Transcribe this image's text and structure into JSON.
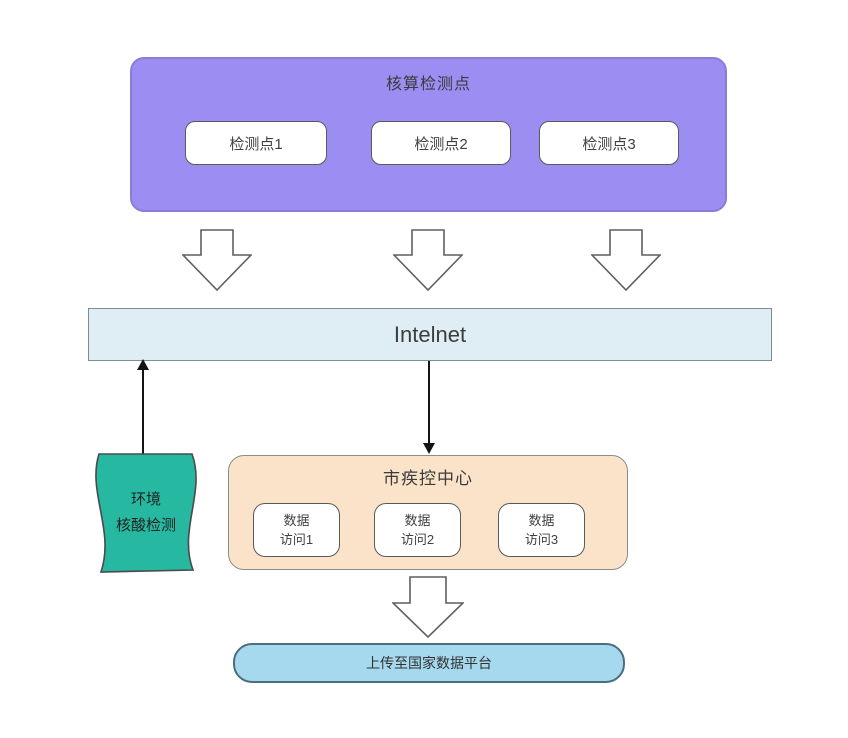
{
  "diagram": {
    "source_group": {
      "title": "核算检测点",
      "nodes": [
        "检测点1",
        "检测点2",
        "检测点3"
      ]
    },
    "network": {
      "label": "Intelnet"
    },
    "environment": {
      "lines": [
        "环境",
        "核酸检测"
      ]
    },
    "cdc_group": {
      "title": "市疾控中心",
      "nodes": [
        {
          "line1": "数据",
          "line2": "访问1"
        },
        {
          "line1": "数据",
          "line2": "访问2"
        },
        {
          "line1": "数据",
          "line2": "访问3"
        }
      ]
    },
    "upload": {
      "label": "上传至国家数据平台"
    },
    "colors": {
      "source_group_fill": "#9c8df2",
      "network_fill": "#deeef4",
      "environment_fill": "#27b8a1",
      "cdc_fill": "#fae3c8",
      "upload_fill": "#a6d8ee",
      "node_fill": "#ffffff",
      "connector": "#141414"
    }
  }
}
